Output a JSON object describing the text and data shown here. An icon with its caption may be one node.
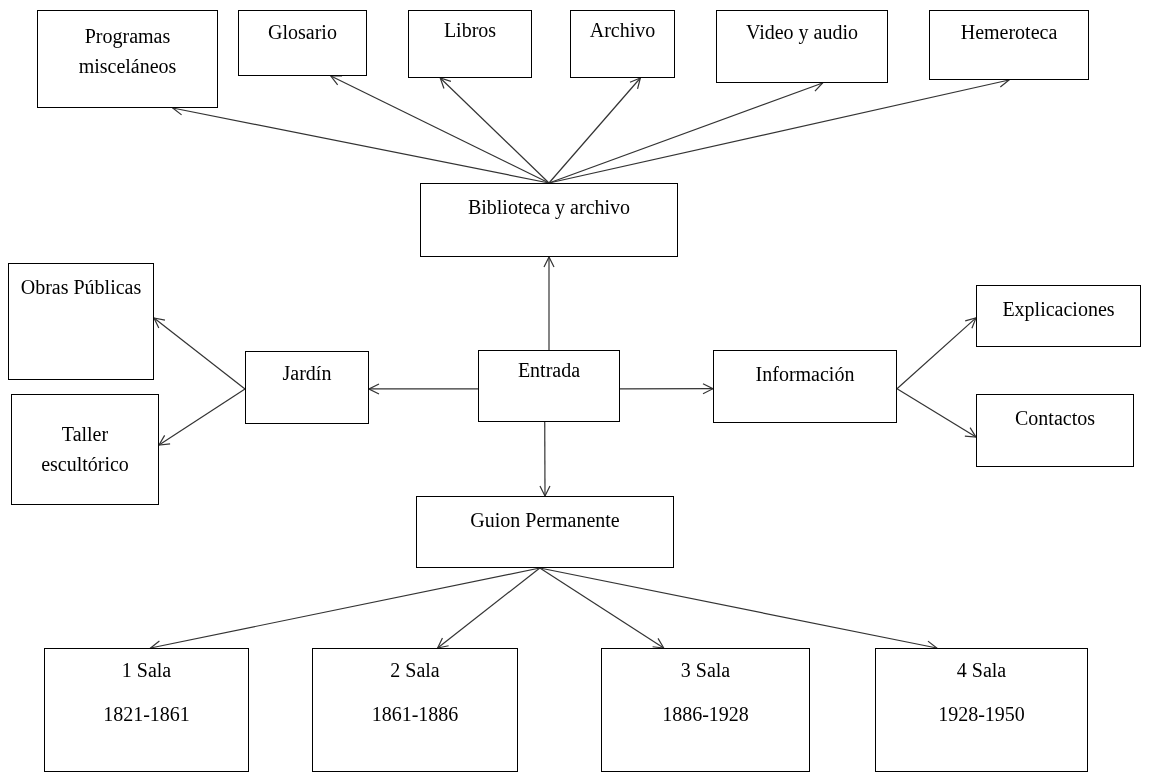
{
  "diagram": {
    "nodes": [
      {
        "text": [
          "Programas misceláneos"
        ]
      },
      {
        "text": [
          "Glosario"
        ]
      },
      {
        "text": [
          "Libros"
        ]
      },
      {
        "text": [
          "Archivo"
        ]
      },
      {
        "text": [
          "Video y audio"
        ]
      },
      {
        "text": [
          "Hemeroteca"
        ]
      },
      {
        "text": [
          "Biblioteca y archivo"
        ]
      },
      {
        "text": [
          "Obras Públicas"
        ]
      },
      {
        "text": [
          "Jardín"
        ]
      },
      {
        "text": [
          "Entrada"
        ]
      },
      {
        "text": [
          "Información"
        ]
      },
      {
        "text": [
          "Explicaciones"
        ]
      },
      {
        "text": [
          "Taller escultórico"
        ]
      },
      {
        "text": [
          "Contactos"
        ]
      },
      {
        "text": [
          "Guion Permanente"
        ]
      },
      {
        "text": [
          "1 Sala",
          "1821-1861"
        ]
      },
      {
        "text": [
          "2 Sala",
          "1861-1886"
        ]
      },
      {
        "text": [
          "3 Sala",
          "1886-1928"
        ]
      },
      {
        "text": [
          "4 Sala",
          "1928-1950"
        ]
      }
    ],
    "edges": [
      {
        "from": 6,
        "to": 0,
        "arrow": "to"
      },
      {
        "from": 6,
        "to": 1,
        "arrow": "to"
      },
      {
        "from": 6,
        "to": 2,
        "arrow": "to"
      },
      {
        "from": 6,
        "to": 3,
        "arrow": "to"
      },
      {
        "from": 6,
        "to": 4,
        "arrow": "to"
      },
      {
        "from": 6,
        "to": 5,
        "arrow": "to"
      },
      {
        "from": 9,
        "to": 6,
        "arrow": "to"
      },
      {
        "from": 9,
        "to": 8,
        "arrow": "to"
      },
      {
        "from": 9,
        "to": 10,
        "arrow": "to"
      },
      {
        "from": 9,
        "to": 14,
        "arrow": "to"
      },
      {
        "from": 8,
        "to": 7,
        "arrow": "to"
      },
      {
        "from": 8,
        "to": 12,
        "arrow": "to"
      },
      {
        "from": 10,
        "to": 11,
        "arrow": "to"
      },
      {
        "from": 10,
        "to": 13,
        "arrow": "to"
      },
      {
        "from": 14,
        "to": 15,
        "arrow": "to"
      },
      {
        "from": 14,
        "to": 16,
        "arrow": "to"
      },
      {
        "from": 14,
        "to": 17,
        "arrow": "to"
      },
      {
        "from": 14,
        "to": 18,
        "arrow": "to"
      }
    ]
  }
}
